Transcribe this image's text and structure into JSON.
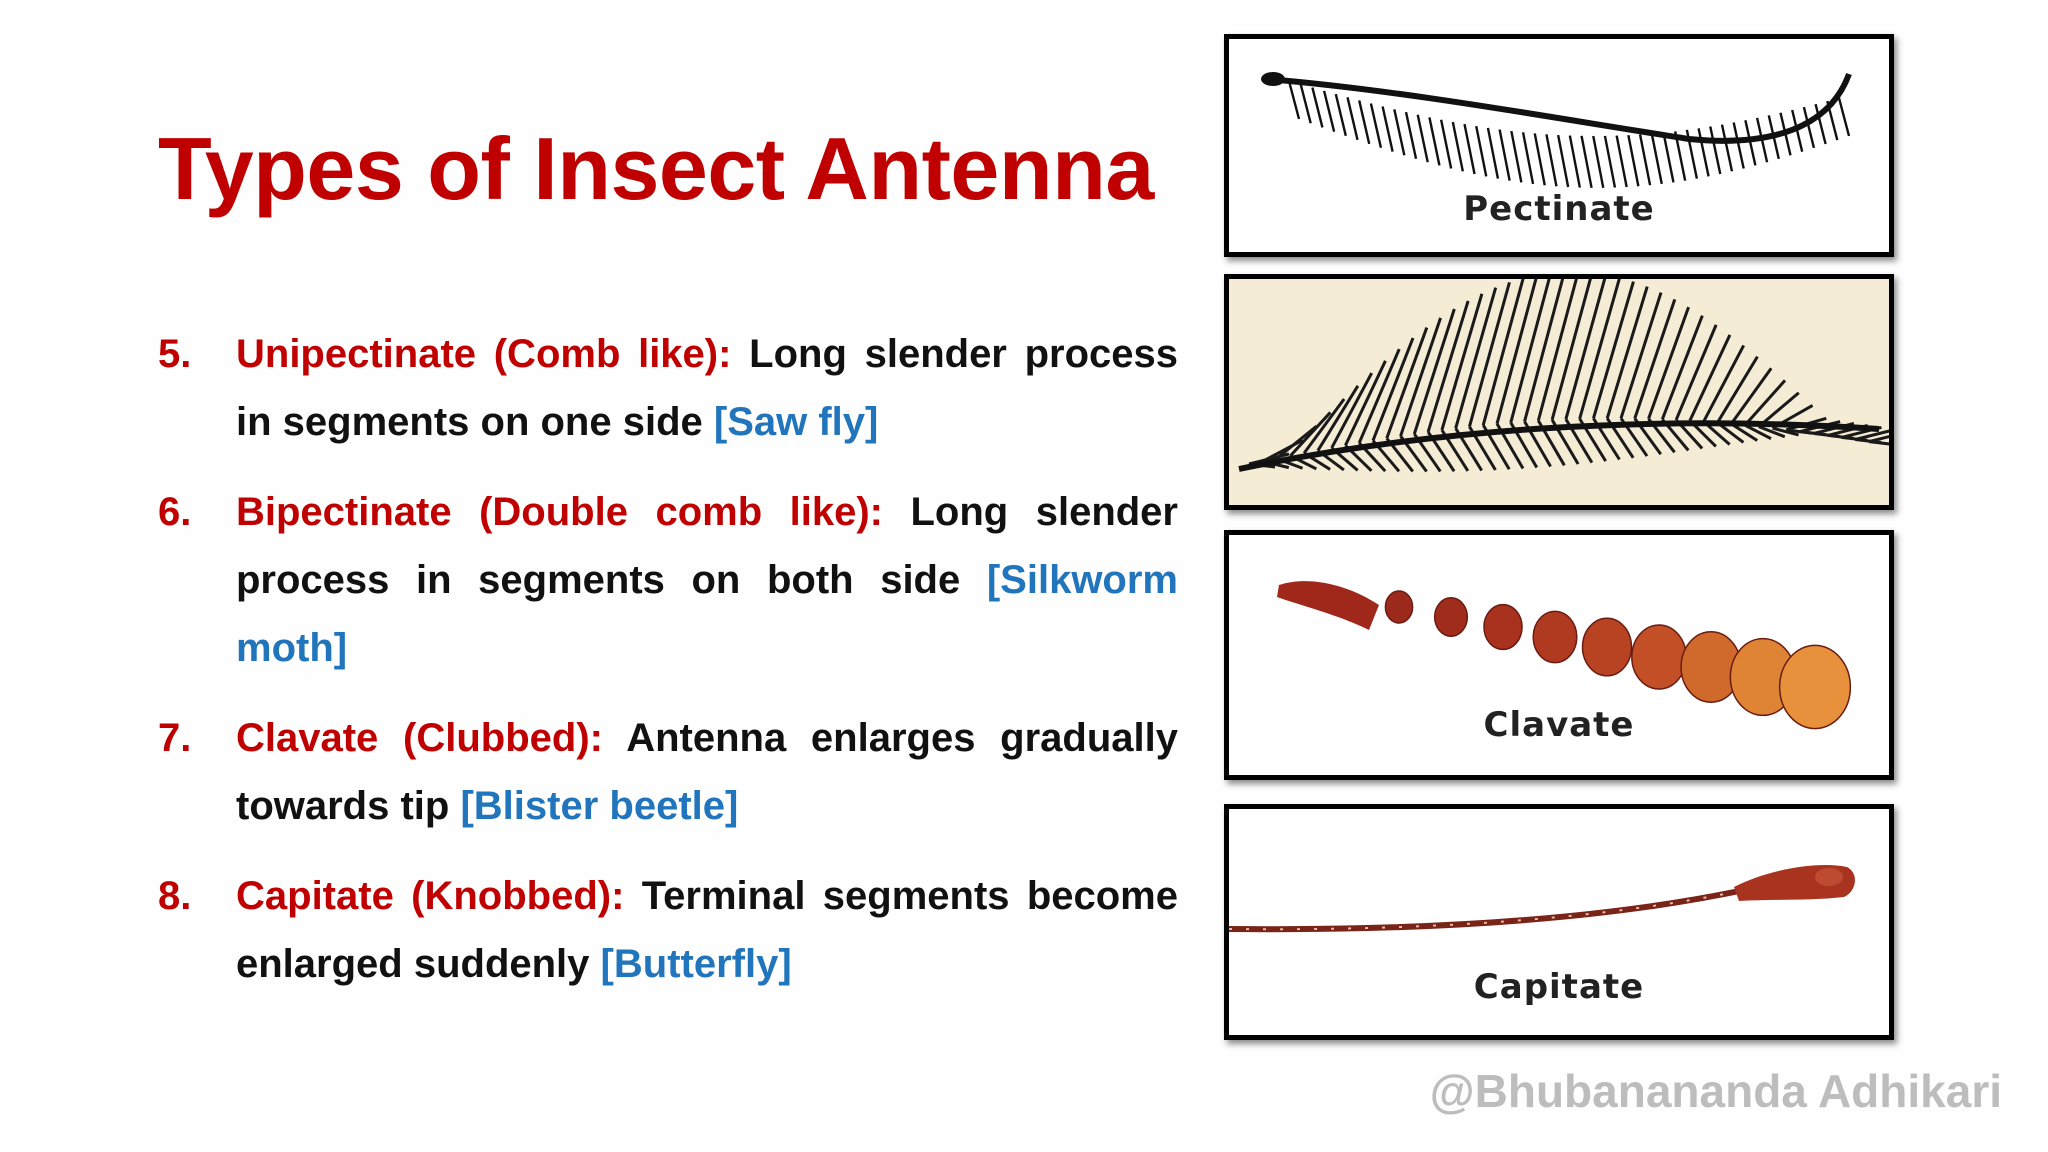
{
  "slide": {
    "title": "Types of Insect Antenna",
    "items": [
      {
        "number": "5.",
        "term": "Unipectinate (Comb like):",
        "description": "Long slender process in segments on one side",
        "example": "[Saw fly]"
      },
      {
        "number": "6.",
        "term": "Bipectinate (Double comb like):",
        "description": "Long slender process in segments on both side",
        "example": "[Silkworm moth]"
      },
      {
        "number": "7.",
        "term": "Clavate (Clubbed):",
        "description": "Antenna enlarges gradually towards tip",
        "example": "[Blister beetle]"
      },
      {
        "number": "8.",
        "term": "Capitate (Knobbed):",
        "description": "Terminal segments become enlarged suddenly",
        "example": "[Butterfly]"
      }
    ],
    "figures": [
      {
        "label": "Pectinate",
        "icon": "pectinate-antenna-icon"
      },
      {
        "label": "",
        "icon": "bipectinate-antenna-icon"
      },
      {
        "label": "Clavate",
        "icon": "clavate-antenna-icon"
      },
      {
        "label": "Capitate",
        "icon": "capitate-antenna-icon"
      }
    ],
    "watermark": "@Bhubanananda Adhikari"
  },
  "colors": {
    "title": "#c00000",
    "term": "#c00000",
    "example": "#2075bc",
    "text": "#111111",
    "watermark": "#bdbdbd"
  }
}
